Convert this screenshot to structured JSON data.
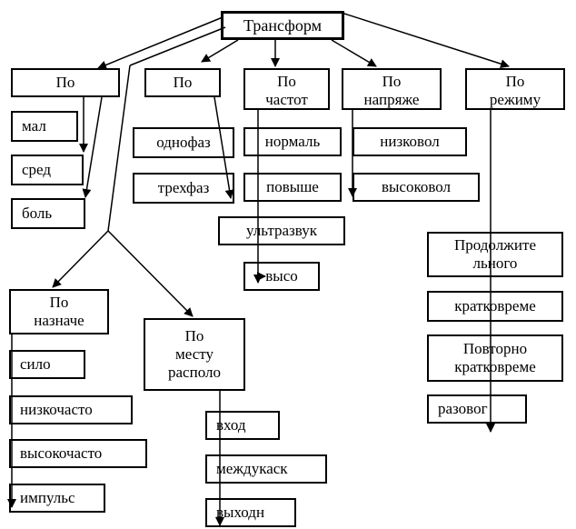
{
  "diagram": {
    "root": "Трансформ",
    "categories": {
      "power": "По",
      "phase": "По",
      "frequency": "По\nчастот",
      "voltage": "По\nнапряже",
      "mode": "По\nрежиму",
      "purpose": "По\nназначе",
      "placement": "По\nместу\nрасполо"
    },
    "items": {
      "power": [
        "мал",
        "сред",
        "боль"
      ],
      "phase": [
        "однофаз",
        "трехфаз"
      ],
      "frequency": [
        "нормаль",
        "повыше",
        "ультразвук",
        "высо"
      ],
      "voltage": [
        "низковол",
        "высоковол"
      ],
      "mode": [
        "Продолжите\nльного",
        "кратковреме",
        "Повторно\nкратковреме",
        "разовог"
      ],
      "purpose": [
        "сило",
        "низкочасто",
        "высокочасто",
        "импульс"
      ],
      "placement": [
        "вход",
        "междукаск",
        "выходн"
      ]
    }
  }
}
